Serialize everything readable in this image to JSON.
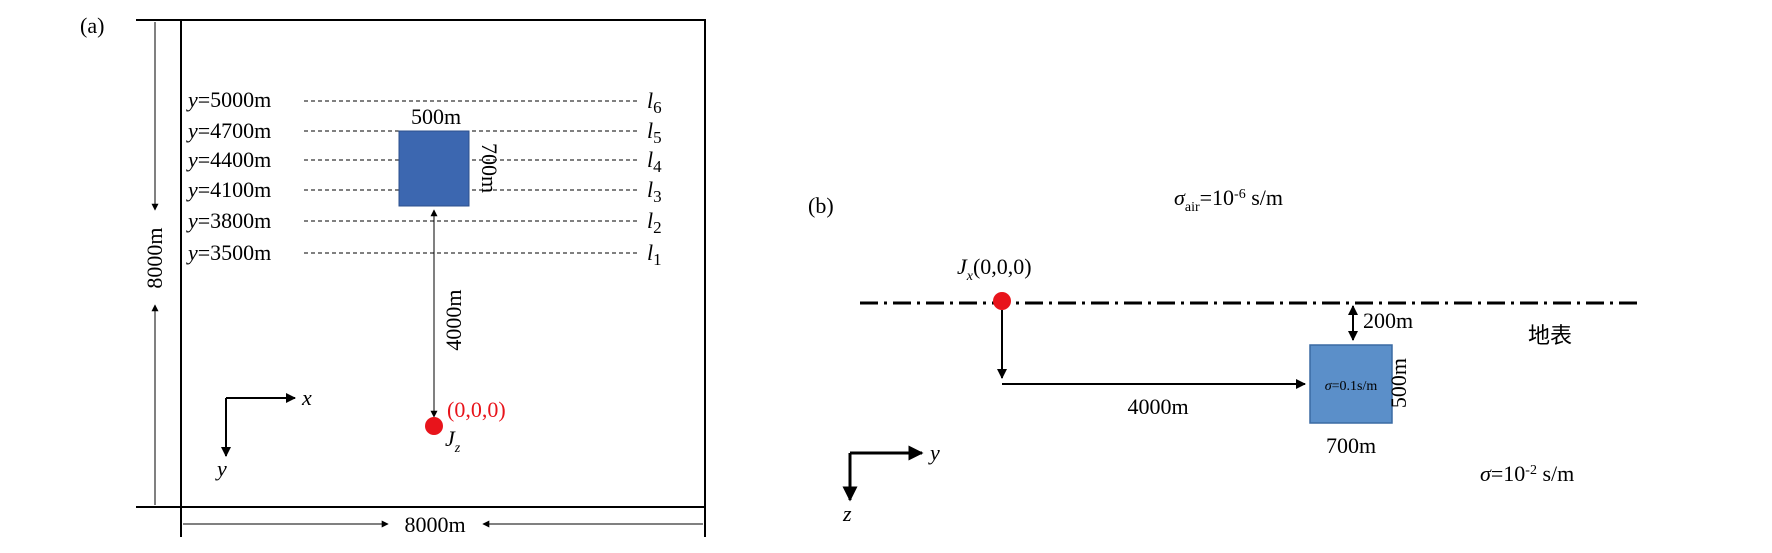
{
  "panel_a": {
    "label": "(a)",
    "height_label": "8000m",
    "width_label": "8000m",
    "block_width_label": "500m",
    "block_height_label": "700m",
    "distance_label": "4000m",
    "source_coord": "(0,0,0)",
    "source_name": "J",
    "source_sub": "z",
    "axis_x": "x",
    "axis_y": "y",
    "lines": [
      {
        "y": "y",
        "value": "=5000m",
        "name": "l",
        "sub": "6"
      },
      {
        "y": "y",
        "value": "=4700m",
        "name": "l",
        "sub": "5"
      },
      {
        "y": "y",
        "value": "=4400m",
        "name": "l",
        "sub": "4"
      },
      {
        "y": "y",
        "value": "=4100m",
        "name": "l",
        "sub": "3"
      },
      {
        "y": "y",
        "value": "=3800m",
        "name": "l",
        "sub": "2"
      },
      {
        "y": "y",
        "value": "=3500m",
        "name": "l",
        "sub": "1"
      }
    ],
    "block_color": "#3c67b0",
    "source_color": "#e8141b"
  },
  "panel_b": {
    "label": "(b)",
    "air_sigma": "σ",
    "air_sub": "air",
    "air_value": "=10",
    "air_exp": "-6",
    "air_unit": " s/m",
    "source_name": "J",
    "source_sub": "x",
    "source_coord": "(0,0,0)",
    "depth_label": "200m",
    "surface_label": "地表",
    "distance_label": "4000m",
    "block_sigma": "σ",
    "block_value": "=0.1s/m",
    "block_height_label": "500m",
    "block_width_label": "700m",
    "ground_sigma": "σ",
    "ground_value": "=10",
    "ground_exp": "-2",
    "ground_unit": " s/m",
    "axis_y": "y",
    "axis_z": "z",
    "block_color": "#5b8fc9",
    "source_color": "#e8141b"
  }
}
